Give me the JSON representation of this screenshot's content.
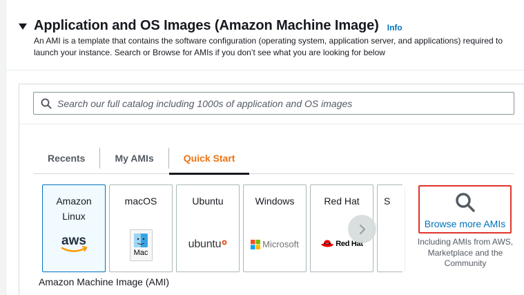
{
  "section": {
    "title": "Application and OS Images (Amazon Machine Image)",
    "info_link": "Info",
    "description": "An AMI is a template that contains the software configuration (operating system, application server, and applications) required to launch your instance. Search or Browse for AMIs if you don’t see what you are looking for below"
  },
  "search": {
    "placeholder": "Search our full catalog including 1000s of application and OS images",
    "icon": "search-icon"
  },
  "tabs": [
    {
      "label": "Recents",
      "active": false
    },
    {
      "label": "My AMIs",
      "active": false
    },
    {
      "label": "Quick Start",
      "active": true
    }
  ],
  "tiles": [
    {
      "name_line1": "Amazon",
      "name_line2": "Linux",
      "logo_text": "aws",
      "selected": true
    },
    {
      "name_line1": "macOS",
      "logo_text": "Mac",
      "selected": false
    },
    {
      "name_line1": "Ubuntu",
      "logo_text": "ubuntu",
      "selected": false
    },
    {
      "name_line1": "Windows",
      "logo_text": "Microsoft",
      "selected": false
    },
    {
      "name_line1": "Red Hat",
      "logo_text": "Red Hat",
      "selected": false
    },
    {
      "name_line1": "S",
      "selected": false
    }
  ],
  "browse": {
    "label": "Browse more AMIs",
    "note": "Including AMIs from AWS, Marketplace and the Community",
    "icon": "search-icon"
  },
  "ami_label": "Amazon Machine Image (AMI)",
  "colors": {
    "accent_orange": "#ec7211",
    "link_blue": "#0073bb",
    "highlight_red": "#e0342a",
    "selected_bg": "#f1faff"
  }
}
